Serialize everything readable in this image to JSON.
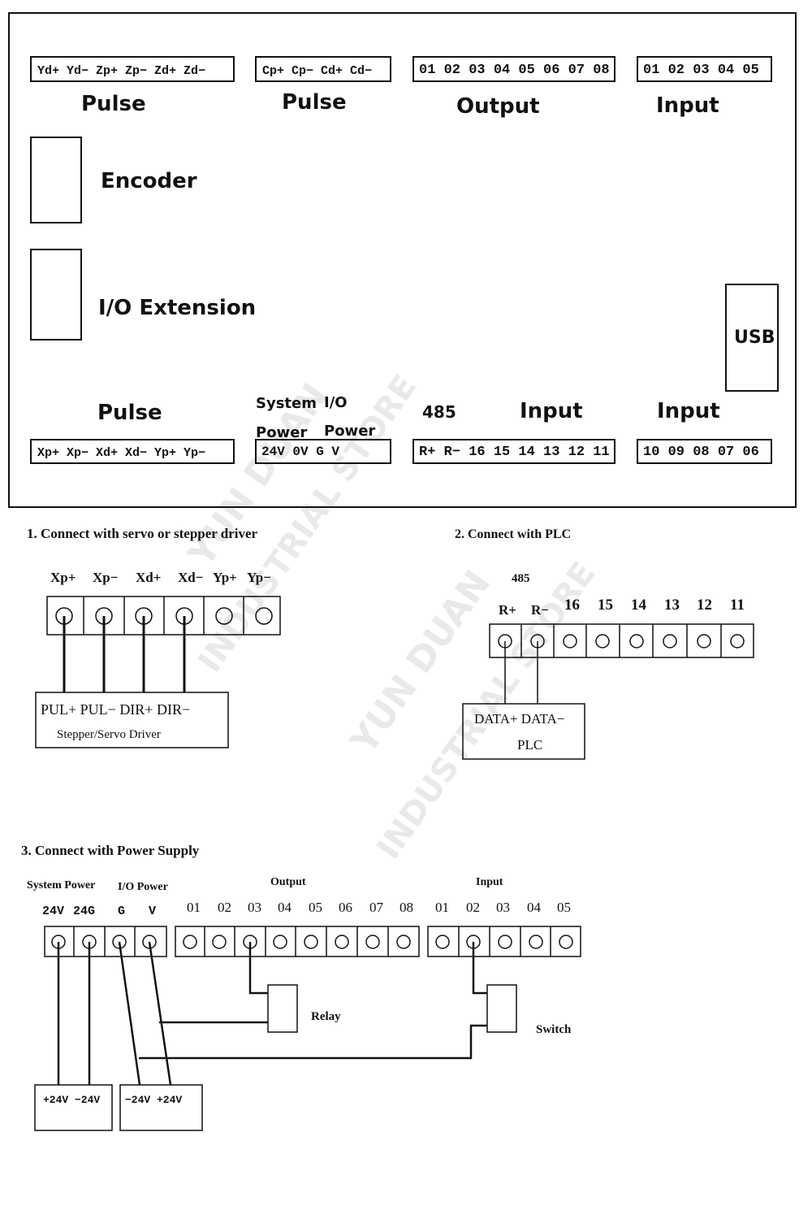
{
  "board": {
    "top_strips": [
      {
        "text": "Yd+ Yd− Zp+ Zp− Zd+ Zd−",
        "label": "Pulse"
      },
      {
        "text": "Cp+ Cp− Cd+ Cd−",
        "label": "Pulse"
      },
      {
        "text": "01 02 03 04 05 06 07 08",
        "label": "Output"
      },
      {
        "text": "01 02 03 04 05",
        "label": "Input"
      }
    ],
    "encoder_label": "Encoder",
    "io_extension_label": "I/O Extension",
    "usb_label": "USB",
    "bottom_labels": {
      "pulse": "Pulse",
      "system": "System",
      "io": "I/O",
      "power1": "Power",
      "power2": "Power",
      "rs485": "485",
      "input1": "Input",
      "input2": "Input"
    },
    "bottom_strips": [
      {
        "text": "Xp+ Xp− Xd+ Xd− Yp+ Yp−"
      },
      {
        "text": "24V 0V  G  V"
      },
      {
        "text": "R+ R− 16 15 14 13 12 11"
      },
      {
        "text": "10 09 08 07 06"
      }
    ]
  },
  "section1": {
    "title": "1.  Connect with servo or stepper driver",
    "terminals": [
      "Xp+",
      "Xp−",
      "Xd+",
      "Xd−",
      "Yp+",
      "Yp−"
    ],
    "driver_signals": "PUL+  PUL−  DIR+  DIR−",
    "driver_name": "Stepper/Servo Driver"
  },
  "section2": {
    "title": "2.  Connect with PLC",
    "bus_label": "485",
    "terminals": [
      "R+",
      "R−",
      "16",
      "15",
      "14",
      "13",
      "12",
      "11"
    ],
    "plc_signals": "DATA+  DATA−",
    "plc_name": "PLC"
  },
  "section3": {
    "title": "3.  Connect with Power Supply",
    "system_power_label": "System Power",
    "io_power_label": "I/O Power",
    "output_label": "Output",
    "input_label": "Input",
    "power_terminals": [
      "24V",
      "24G",
      "G",
      "V"
    ],
    "output_terminals": [
      "01",
      "02",
      "03",
      "04",
      "05",
      "06",
      "07",
      "08"
    ],
    "input_terminals": [
      "01",
      "02",
      "03",
      "04",
      "05"
    ],
    "relay_label": "Relay",
    "switch_label": "Switch",
    "psu1_label": "+24V  −24V",
    "psu2_label": "−24V   +24V"
  },
  "watermark": {
    "line1": "YUN DUAN",
    "line2": "INDUSTRIAL STORE"
  }
}
